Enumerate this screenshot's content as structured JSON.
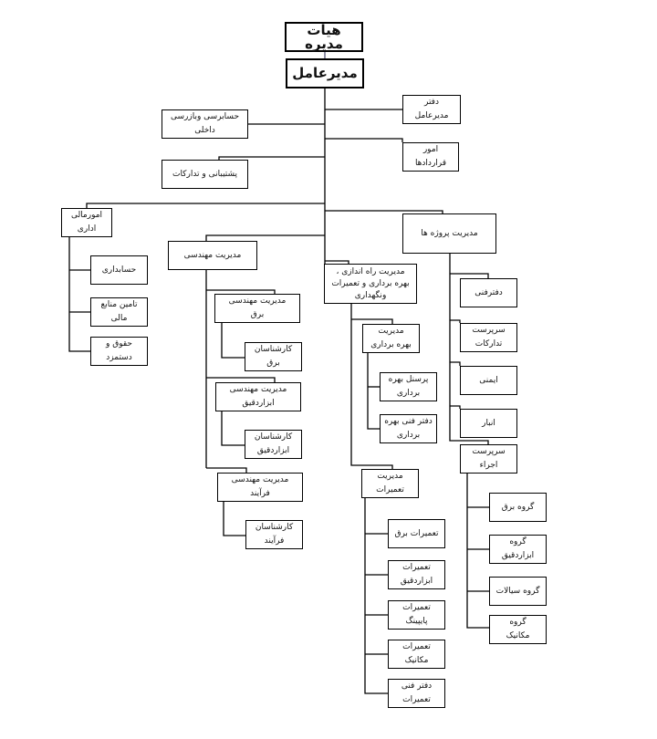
{
  "nodes": {
    "board": "هیات مدیره",
    "ceo": "مدیرعامل",
    "ceo_office": "دفتر\nمدیرعامل",
    "audit": "حسابرسی وبازرسی\nداخلی",
    "contracts": "امور\nقراردادها",
    "support": "پشتیبانی و تدارکات",
    "finance_admin": "امورمالی\nاداری",
    "projects": "مدیریت پروژه ها",
    "engineering": "مدیریت مهندسی",
    "operations": "مدیریت راه اندازی ،\nبهره برداری و تعمیرات\nونگهداری",
    "tech_office": "دفترفنی",
    "procurement_super": "سرپرست\nتدارکات",
    "safety": "ایمنی",
    "warehouse": "انبار",
    "execution_super": "سرپرست\nاجراء",
    "accounting": "حسابداری",
    "funding": "تامین منابع\nمالی",
    "payroll": "حقوق و\nدستمزد",
    "eng_elec": "مدیریت مهندسی\nبرق",
    "exp_elec": "کارشناسان\nبرق",
    "eng_instr": "مدیریت مهندسی\nابزاردقیق",
    "exp_instr": "کارشناسان\nابزاردقیق",
    "eng_process": "مدیریت مهندسی\nفرآیند",
    "exp_process": "کارشناسان\nفرآیند",
    "exploitation_mgmt": "مدیریت\nبهره برداری",
    "exploitation_staff": "پرسنل بهره\nبرداری",
    "exploitation_office": "دفتر فنی بهره\nبرداری",
    "maintenance_mgmt": "مدیریت\nتعمیرات",
    "maint_elec": "تعمیرات برق",
    "maint_instr": "تعمیرات\nابزاردقیق",
    "maint_piping": "تعمیرات\nپایپینگ",
    "maint_mech": "تعمیرات\nمکانیک",
    "maint_office": "دفتر فنی\nتعمیرات",
    "group_elec": "گروه برق",
    "group_instr": "گروه\nابزاردقیق",
    "group_fluids": "گروه سیالات",
    "group_mech": "گروه\nمکانیک"
  }
}
